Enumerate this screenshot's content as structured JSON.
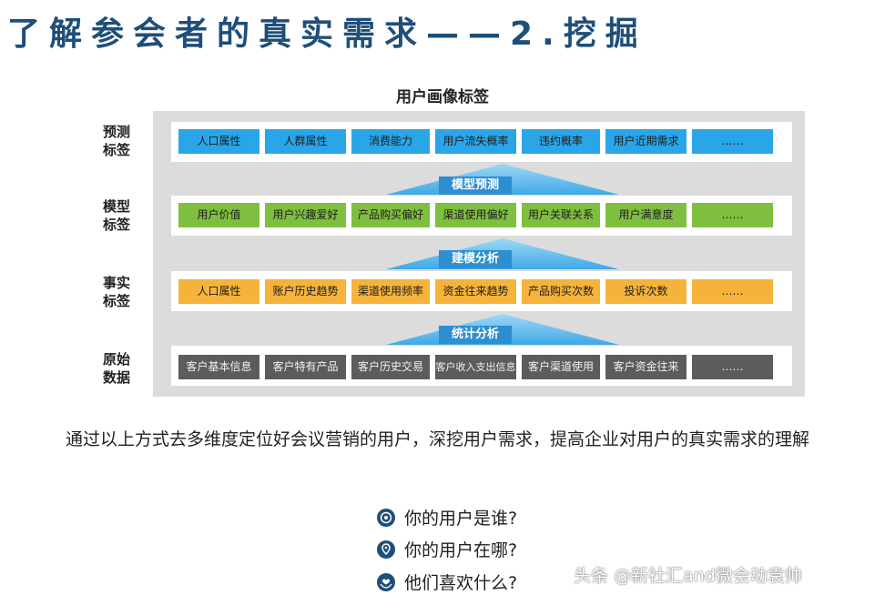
{
  "title": "了解参会者的真实需求——2.挖掘",
  "diagram": {
    "title": "用户画像标签",
    "rows": [
      {
        "label": "预测\n标签",
        "color": "blue",
        "cells": [
          "人口属性",
          "人群属性",
          "消费能力",
          "用户流失概率",
          "违约概率",
          "用户近期需求",
          "……"
        ]
      },
      {
        "label": "模型\n标签",
        "color": "green",
        "cells": [
          "用户价值",
          "用户兴趣爱好",
          "产品购买偏好",
          "渠道使用偏好",
          "用户关联关系",
          "用户满意度",
          "……"
        ]
      },
      {
        "label": "事实\n标签",
        "color": "orange",
        "cells": [
          "人口属性",
          "账户历史趋势",
          "渠道使用频率",
          "资金往来趋势",
          "产品购买次数",
          "投诉次数",
          "……"
        ]
      },
      {
        "label": "原始\n数据",
        "color": "gray",
        "cells": [
          "客户基本信息",
          "客户特有产品",
          "客户历史交易",
          "客户收入支出信息",
          "客户渠道使用",
          "客户资金往来",
          "……"
        ]
      }
    ],
    "arrows": [
      "模型预测",
      "建模分析",
      "统计分析"
    ]
  },
  "description": "通过以上方式去多维度定位好会议营销的用户，深挖用户需求，提高企业对用户的真实需求的理解",
  "questions": [
    {
      "icon": "target-icon",
      "text": "你的用户是谁?"
    },
    {
      "icon": "location-icon",
      "text": "你的用户在哪?"
    },
    {
      "icon": "heart-hands-icon",
      "text": "他们喜欢什么?"
    }
  ],
  "watermark": "头条 @新社汇and微会动袁帅"
}
